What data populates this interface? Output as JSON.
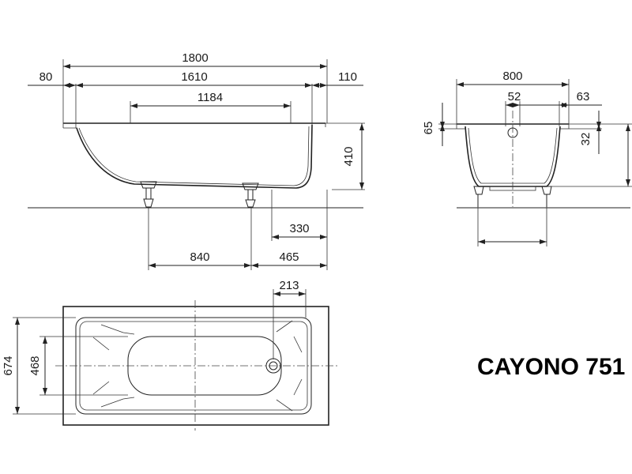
{
  "product": {
    "name": "CAYONO 751"
  },
  "side_view": {
    "overall_length": "1800",
    "left_rim": "80",
    "inner_length": "1610",
    "right_rim": "110",
    "bottom_length": "1184",
    "height": "410",
    "drain_offset": "330",
    "feet_spacing": "840",
    "foot_offset": "465"
  },
  "end_view": {
    "width": "800",
    "drain_diameter": "52",
    "rim_right": "63",
    "rim_height": "65",
    "rim_drop": "32"
  },
  "top_view": {
    "drain_from_end": "213",
    "overall_width": "674",
    "inner_width": "468"
  }
}
